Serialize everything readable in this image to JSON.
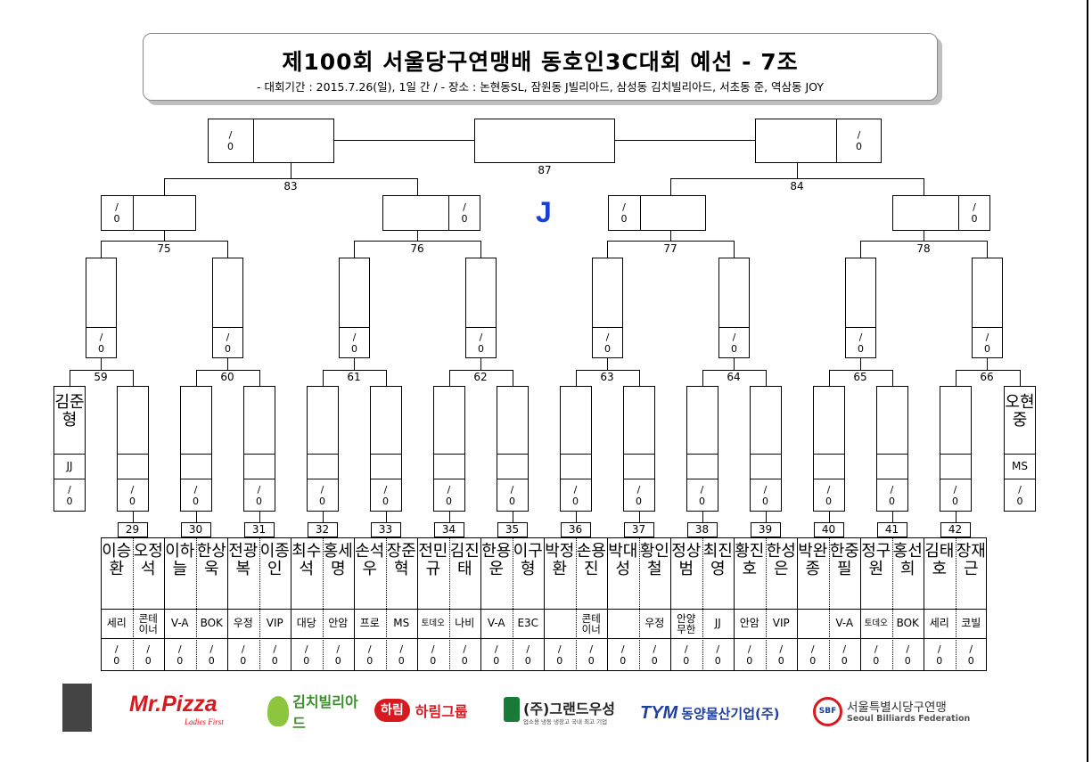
{
  "header": {
    "title": "제100회 서울당구연맹배 동호인3C대회 예선 - 7조",
    "subtitle": "- 대회기간 : 2015.7.26(일), 1일 간 / - 장소 : 논현동SL, 잠원동 J빌리아드, 삼성동 김치빌리아드, 서초동 준, 역삼동 JOY"
  },
  "bracket": {
    "mark": "J",
    "score": "/\n0",
    "final_label": "87",
    "semi_labels": [
      "83",
      "84"
    ],
    "quarter_labels": [
      "75",
      "76",
      "77",
      "78"
    ],
    "r16_labels": [
      "59",
      "60",
      "61",
      "62",
      "63",
      "64",
      "65",
      "66"
    ],
    "r32_labels": [
      "29",
      "30",
      "31",
      "32",
      "33",
      "34",
      "35",
      "36",
      "37",
      "38",
      "39",
      "40",
      "41",
      "42"
    ],
    "left_seed": {
      "name": "김준형",
      "club": "JJ"
    },
    "right_seed": {
      "name": "오현중",
      "club": "MS"
    },
    "players": [
      {
        "name": "이승환",
        "club": "세리"
      },
      {
        "name": "오정석",
        "club": "콘테이너"
      },
      {
        "name": "이하늘",
        "club": "V-A"
      },
      {
        "name": "한상욱",
        "club": "BOK"
      },
      {
        "name": "전광복",
        "club": "우정"
      },
      {
        "name": "이종인",
        "club": "VIP"
      },
      {
        "name": "최수석",
        "club": "대당"
      },
      {
        "name": "홍세명",
        "club": "안암"
      },
      {
        "name": "손석우",
        "club": "프로"
      },
      {
        "name": "장준혁",
        "club": "MS"
      },
      {
        "name": "전민규",
        "club": "토데오"
      },
      {
        "name": "김진태",
        "club": "나비"
      },
      {
        "name": "한용운",
        "club": "V-A"
      },
      {
        "name": "이구형",
        "club": "E3C"
      },
      {
        "name": "박정환",
        "club": ""
      },
      {
        "name": "손용진",
        "club": "콘테이너"
      },
      {
        "name": "박대성",
        "club": ""
      },
      {
        "name": "황인철",
        "club": "우정"
      },
      {
        "name": "정상범",
        "club": "안양무한"
      },
      {
        "name": "최진영",
        "club": "JJ"
      },
      {
        "name": "황진호",
        "club": "안암"
      },
      {
        "name": "한성은",
        "club": "VIP"
      },
      {
        "name": "박완종",
        "club": ""
      },
      {
        "name": "한중필",
        "club": "V-A"
      },
      {
        "name": "정구원",
        "club": "토데오"
      },
      {
        "name": "홍선희",
        "club": "BOK"
      },
      {
        "name": "김태호",
        "club": "세리"
      },
      {
        "name": "장재근",
        "club": "코빌"
      }
    ]
  },
  "sponsors": [
    {
      "name": "Mr.Pizza",
      "tagline": "Ladies First",
      "color": "#d71920"
    },
    {
      "name": "김치빌리아드",
      "color": "#3a8f2a"
    },
    {
      "name": "하림그룹",
      "badge": "하림",
      "color": "#d71920"
    },
    {
      "name": "(주)그랜드우성",
      "tagline": "업소용 냉동 냉장고 국내 최고 기업",
      "color": "#1a7a3a"
    },
    {
      "name": "동양물산기업(주)",
      "badge": "TYM",
      "color": "#1f3f9f"
    },
    {
      "name": "서울특별시당구연맹",
      "tagline": "Seoul Billiards Federation",
      "badge": "SBF",
      "color": "#1f3f9f"
    }
  ]
}
